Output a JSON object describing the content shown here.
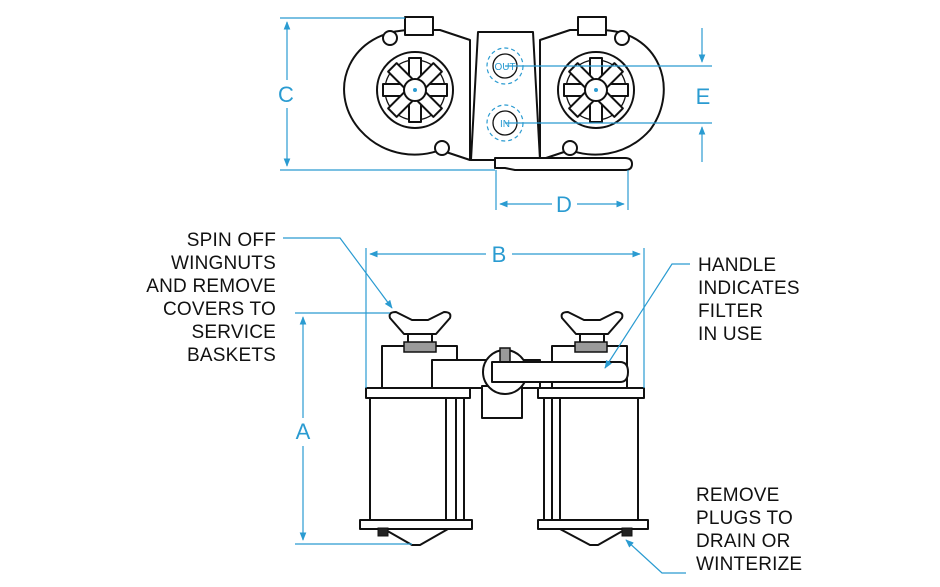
{
  "dimensions": {
    "a": "A",
    "b": "B",
    "c": "C",
    "d": "D",
    "e": "E"
  },
  "ports": {
    "outlet": "OUT",
    "inlet": "IN"
  },
  "callouts": {
    "wingnuts": [
      "SPIN OFF",
      "WINGNUTS",
      "AND REMOVE",
      "COVERS TO",
      "SERVICE",
      "BASKETS"
    ],
    "handle": [
      "HANDLE",
      "INDICATES",
      "FILTER",
      "IN USE"
    ],
    "plugs": [
      "REMOVE",
      "PLUGS TO",
      "DRAIN OR",
      "WINTERIZE"
    ]
  },
  "colors": {
    "dimension": "#2a9bd1",
    "line": "#111111",
    "shade": "#9a9a9a"
  }
}
